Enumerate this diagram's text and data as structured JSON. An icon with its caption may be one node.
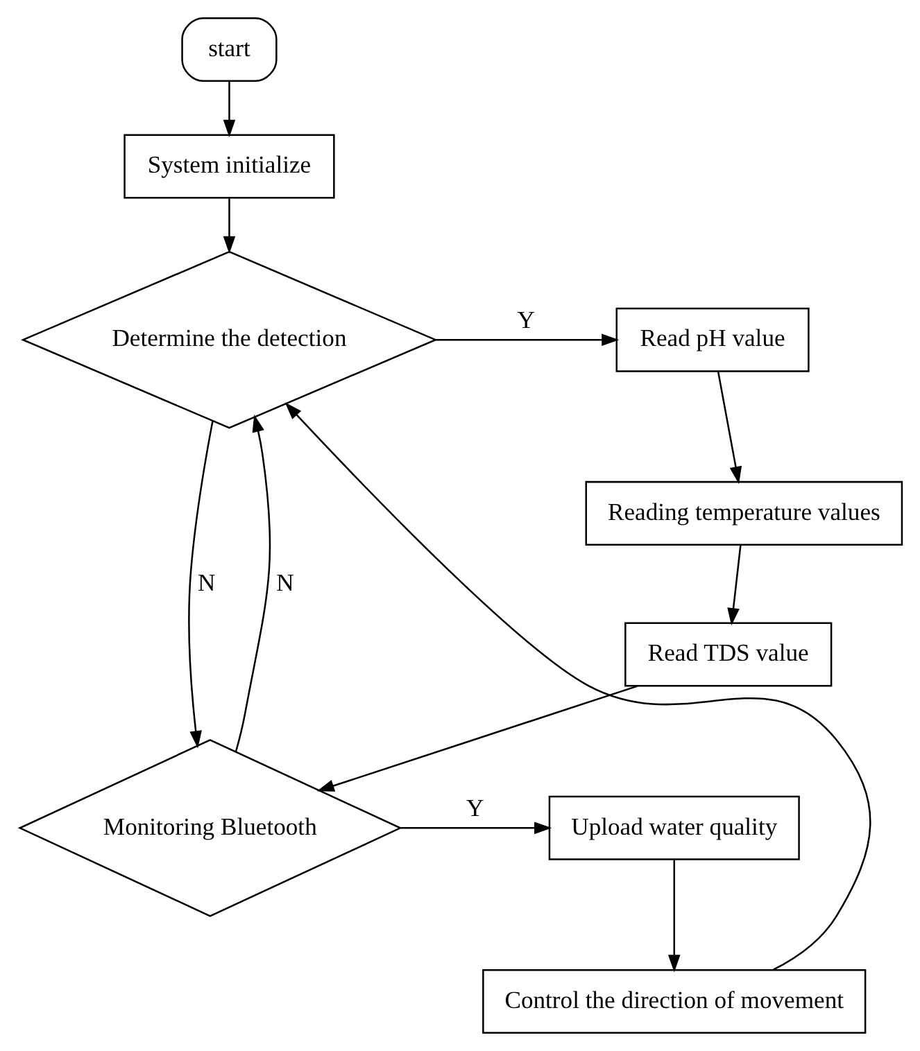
{
  "diagram": {
    "nodes": [
      {
        "text": [
          "start"
        ]
      },
      {
        "text": [
          "System initialize"
        ]
      },
      {
        "text": [
          "Determine the detection"
        ]
      },
      {
        "text": [
          "Read pH value"
        ]
      },
      {
        "text": [
          "Reading temperature values"
        ]
      },
      {
        "text": [
          "Read TDS value"
        ]
      },
      {
        "text": [
          "Monitoring Bluetooth"
        ]
      },
      {
        "text": [
          "Upload water quality"
        ]
      },
      {
        "text": [
          "Control the direction of movement"
        ]
      }
    ],
    "edges": [
      {
        "from": 0,
        "to": 1,
        "arrow": "to"
      },
      {
        "from": 1,
        "to": 2,
        "arrow": "to"
      },
      {
        "from": 2,
        "to": 3,
        "arrow": "to",
        "label": "Y"
      },
      {
        "from": 3,
        "to": 4,
        "arrow": "to"
      },
      {
        "from": 4,
        "to": 5,
        "arrow": "to"
      },
      {
        "from": 5,
        "to": 6,
        "arrow": "to"
      },
      {
        "from": 2,
        "to": 6,
        "arrow": "to",
        "label": "N"
      },
      {
        "from": 6,
        "to": 7,
        "arrow": "to",
        "label": "Y"
      },
      {
        "from": 7,
        "to": 8,
        "arrow": "to"
      },
      {
        "from": 6,
        "to": 2,
        "arrow": "to",
        "label": "N"
      },
      {
        "from": 8,
        "to": 2,
        "arrow": "to"
      }
    ]
  }
}
